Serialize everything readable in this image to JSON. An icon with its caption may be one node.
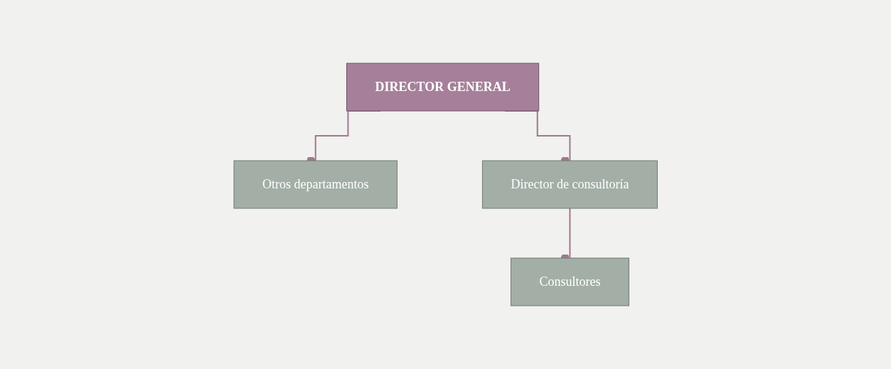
{
  "diagram": {
    "nodes": [
      {
        "text": [
          "DIRECTOR GENERAL"
        ]
      },
      {
        "text": [
          "Otros departamentos"
        ]
      },
      {
        "text": [
          "Director de consultoría"
        ]
      },
      {
        "text": [
          "Consultores"
        ]
      }
    ],
    "edges": [
      {
        "from": 0,
        "to": 1,
        "arrow": "other"
      },
      {
        "from": 0,
        "to": 2,
        "arrow": "other"
      },
      {
        "from": 2,
        "to": 3,
        "arrow": "other"
      }
    ]
  }
}
